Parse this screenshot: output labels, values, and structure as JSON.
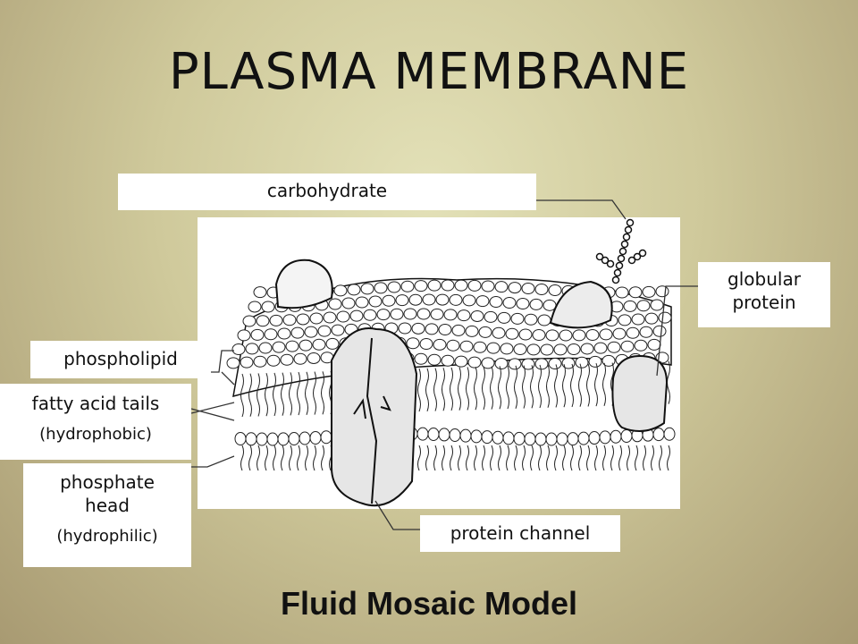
{
  "title": "PLASMA MEMBRANE",
  "subtitle": "Fluid Mosaic Model",
  "labels": {
    "carbohydrate": "carbohydrate",
    "globular_protein_line1": "globular",
    "globular_protein_line2": "protein",
    "phospholipid": "phospholipid",
    "fatty_acid_tails": "fatty acid tails",
    "hydrophobic": "(hydrophobic)",
    "phosphate_head_line1": "phosphate",
    "phosphate_head_line2": "head",
    "hydrophilic": "(hydrophilic)",
    "protein_channel": "protein channel"
  },
  "colors": {
    "background": "#cfc99b",
    "label_bg": "#ffffff",
    "ink": "#111111"
  }
}
